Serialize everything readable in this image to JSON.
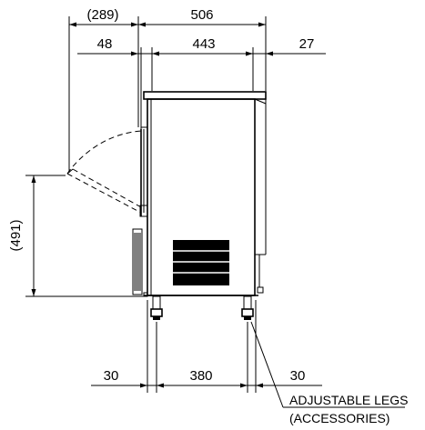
{
  "dimensions": {
    "top_overall": "506",
    "top_door_swing": "(289)",
    "top_left": "48",
    "top_mid": "443",
    "top_right": "27",
    "side_height": "(491)",
    "bottom_left": "30",
    "bottom_mid": "380",
    "bottom_right": "30"
  },
  "callout": {
    "line1": "ADJUSTABLE LEGS",
    "line2": "(ACCESSORIES)"
  }
}
